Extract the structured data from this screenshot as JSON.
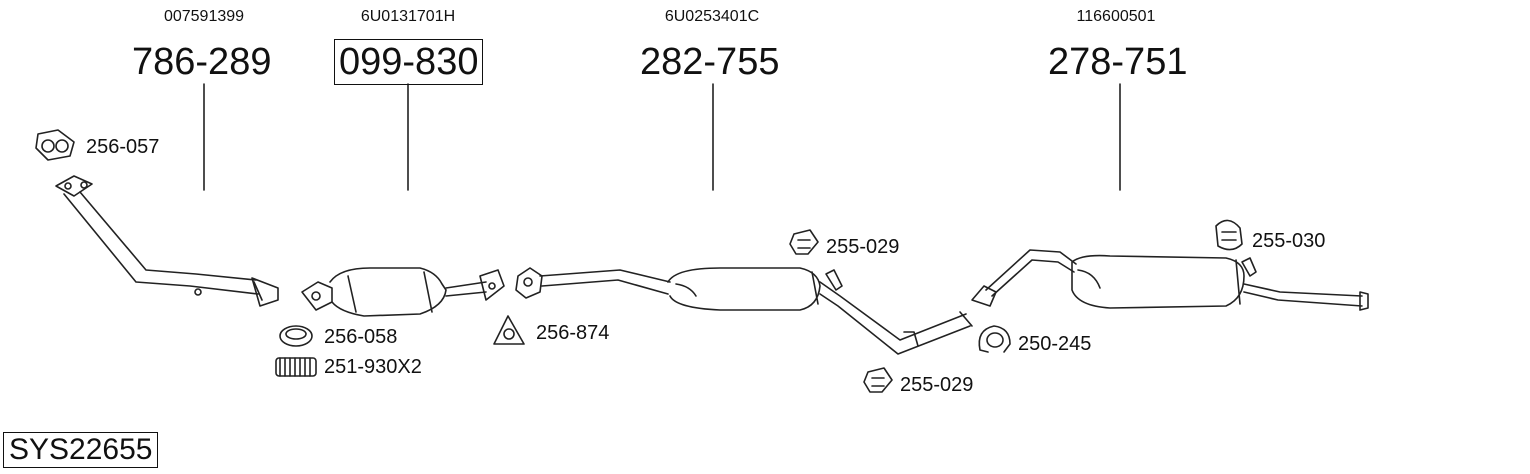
{
  "main_parts": [
    {
      "oe": "007591399",
      "part": "786-289",
      "boxed": false
    },
    {
      "oe": "6U0131701H",
      "part": "099-830",
      "boxed": true
    },
    {
      "oe": "6U0253401C",
      "part": "282-755",
      "boxed": false
    },
    {
      "oe": "116600501",
      "part": "278-751",
      "boxed": false
    }
  ],
  "accessories": [
    {
      "part": "256-057",
      "icon": "flange-gasket-icon"
    },
    {
      "part": "256-058",
      "icon": "ring-gasket-icon"
    },
    {
      "part": "251-930X2",
      "icon": "spring-icon"
    },
    {
      "part": "256-874",
      "icon": "triangle-gasket-icon"
    },
    {
      "part": "255-029",
      "icon": "rubber-mount-icon"
    },
    {
      "part": "255-029",
      "icon": "rubber-mount-icon"
    },
    {
      "part": "250-245",
      "icon": "clamp-icon"
    },
    {
      "part": "255-030",
      "icon": "rubber-mount-icon"
    }
  ],
  "system_id": "SYS22655"
}
